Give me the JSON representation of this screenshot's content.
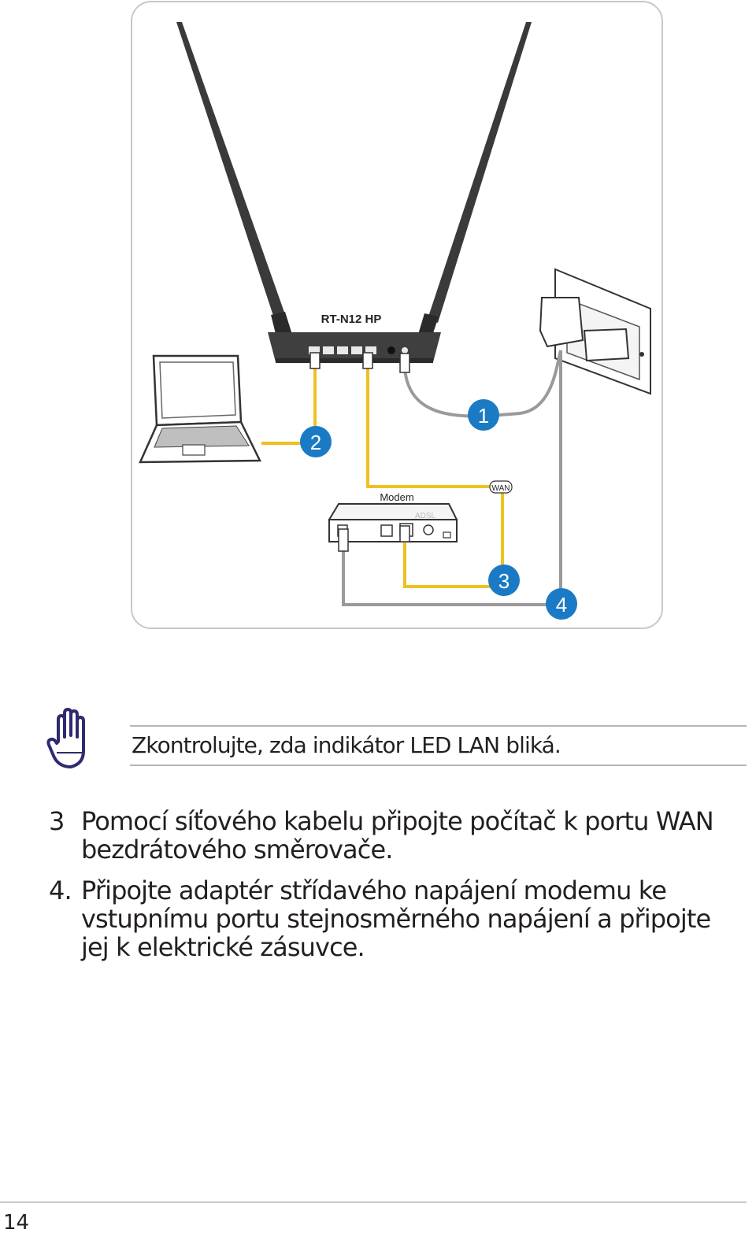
{
  "figure": {
    "router_label": "RT-N12 HP",
    "modem_label": "Modem",
    "modem_brand": "ADSL",
    "wan_tag": "WAN",
    "callouts": [
      "1",
      "2",
      "3",
      "4"
    ],
    "colors": {
      "callout_blue": "#1a7bc4",
      "ethernet_yellow": "#f0c020",
      "cable_gray": "#9a9a9a"
    }
  },
  "note": {
    "icon": "hand-stop-icon",
    "text": "Zkontrolujte, zda indikátor LED LAN bliká."
  },
  "steps": [
    {
      "number": "3",
      "text": "Pomocí síťového kabelu připojte počítač k portu WAN bezdrátového směrovače."
    },
    {
      "number": "4.",
      "text": "Připojte adaptér střídavého napájení modemu ke vstupnímu portu stejnosměrného napájení a připojte jej k elektrické zásuvce."
    }
  ],
  "page_number": "14"
}
